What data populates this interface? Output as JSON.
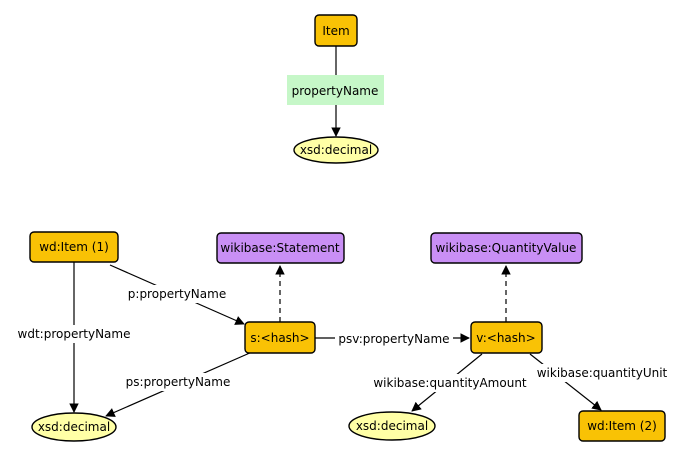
{
  "top": {
    "item": "Item",
    "property": "propertyName",
    "value": "xsd:decimal"
  },
  "bottom": {
    "item": "wd:Item (1)",
    "statement_class": "wikibase:Statement",
    "statement_node": "s:<hash>",
    "value_class": "wikibase:QuantityValue",
    "value_node": "v:<hash>",
    "direct_value": "xsd:decimal",
    "amount_value": "xsd:decimal",
    "unit_item": "wd:Item (2)",
    "edges": {
      "wdt": "wdt:propertyName",
      "p": "p:propertyName",
      "ps": "ps:propertyName",
      "psv": "psv:propertyName",
      "amount": "wikibase:quantityAmount",
      "unit": "wikibase:quantityUnit"
    }
  },
  "colors": {
    "item": "#f9c205",
    "class": "#c98ff5",
    "literal": "#ffffa6",
    "property": "#c6f7c8"
  }
}
